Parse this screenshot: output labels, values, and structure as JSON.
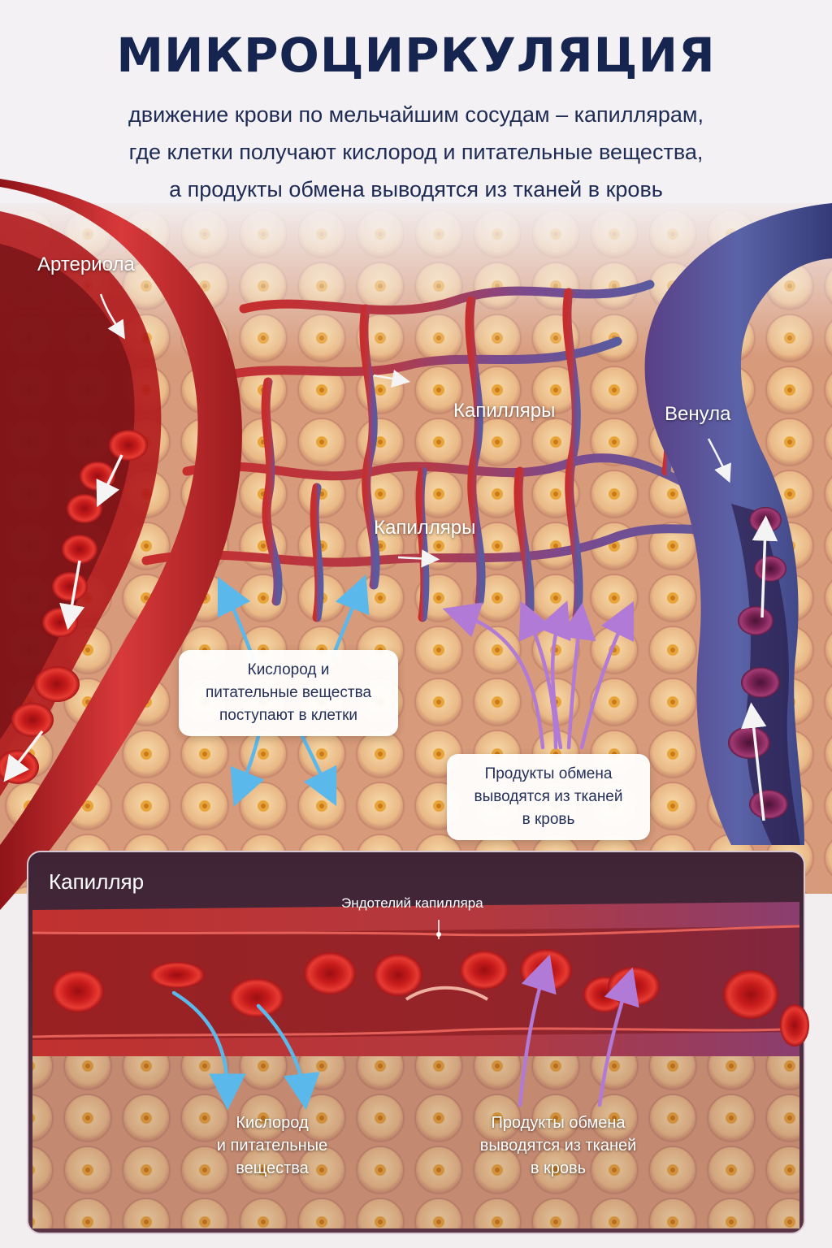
{
  "header": {
    "title": "МИКРОЦИРКУЛЯЦИЯ",
    "subtitle_lines": [
      "движение крови по мельчайшим сосудам – капиллярам,",
      "где клетки получают кислород и питательные вещества,",
      "а продукты обмена выводятся из тканей в кровь"
    ]
  },
  "labels": {
    "arteriole": "Артериола",
    "venule": "Венула",
    "capillaries_top": "Капилляры",
    "capillaries_mid": "Капилляры"
  },
  "callouts": {
    "oxygen": [
      "Кислород и",
      "питательные вещества",
      "поступают в клетки"
    ],
    "waste": [
      "Продукты обмена",
      "выводятся из тканей",
      "в кровь"
    ]
  },
  "inset": {
    "title": "Капилляр",
    "endothelium": "Эндотелий капилляра",
    "oxygen": [
      "Кислород",
      "и питательные",
      "вещества"
    ],
    "waste": [
      "Продукты обмена",
      "выводятся из тканей",
      "в кровь"
    ]
  },
  "colors": {
    "title": "#162550",
    "arterial": "#c8282a",
    "venous": "#4a4f95",
    "capillary_mix": "#8a4a8a",
    "oxygen_arrow": "#5bb8ea",
    "waste_arrow": "#b07ad6",
    "tissue": "#e8b98c"
  }
}
